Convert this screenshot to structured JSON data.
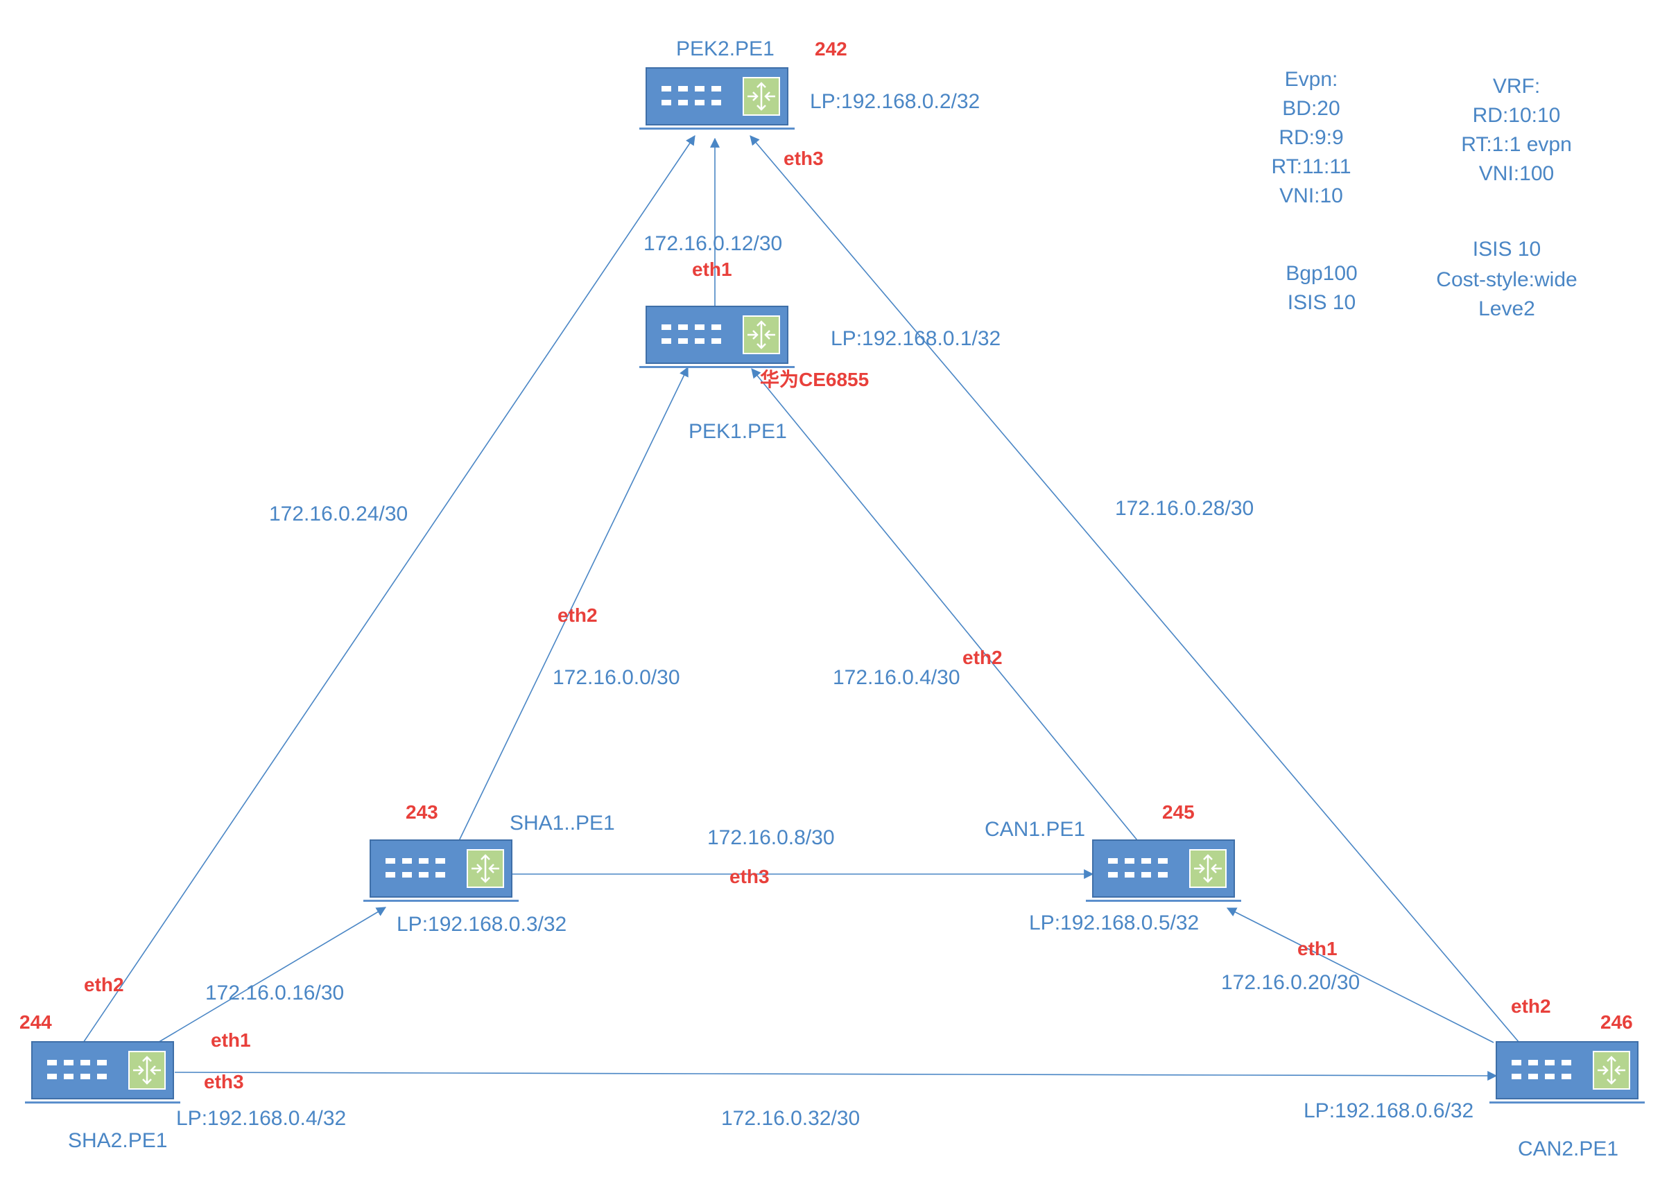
{
  "routers": [
    {
      "id": "pek2",
      "name": "PEK2.PE1",
      "number": "242",
      "loopback": "LP:192.168.0.2/32"
    },
    {
      "id": "pek1",
      "name": "PEK1.PE1",
      "loopback": "LP:192.168.0.1/32",
      "model": "华为CE6855"
    },
    {
      "id": "sha1",
      "name": "SHA1..PE1",
      "number": "243",
      "loopback": "LP:192.168.0.3/32"
    },
    {
      "id": "can1",
      "name": "CAN1.PE1",
      "number": "245",
      "loopback": "LP:192.168.0.5/32"
    },
    {
      "id": "sha2",
      "name": "SHA2.PE1",
      "number": "244",
      "loopback": "LP:192.168.0.4/32"
    },
    {
      "id": "can2",
      "name": "CAN2.PE1",
      "number": "246",
      "loopback": "LP:192.168.0.6/32"
    }
  ],
  "links": [
    {
      "id": "pek1-pek2",
      "subnet": "172.16.0.12/30",
      "ports": [
        "eth1",
        "eth3"
      ]
    },
    {
      "id": "sha2-pek2",
      "subnet": "172.16.0.24/30",
      "ports": [
        "eth2"
      ]
    },
    {
      "id": "can2-pek2",
      "subnet": "172.16.0.28/30",
      "ports": [
        "eth2"
      ]
    },
    {
      "id": "sha1-pek1",
      "subnet": "172.16.0.0/30",
      "ports": [
        "eth2"
      ]
    },
    {
      "id": "can1-pek1",
      "subnet": "172.16.0.4/30",
      "ports": [
        "eth2"
      ]
    },
    {
      "id": "sha1-can1",
      "subnet": "172.16.0.8/30",
      "ports": [
        "eth3"
      ]
    },
    {
      "id": "sha2-sha1",
      "subnet": "172.16.0.16/30",
      "ports": [
        "eth1"
      ]
    },
    {
      "id": "can2-can1",
      "subnet": "172.16.0.20/30",
      "ports": [
        "eth1"
      ]
    },
    {
      "id": "sha2-can2",
      "subnet": "172.16.0.32/30",
      "ports": [
        "eth3"
      ]
    }
  ],
  "evpn_config": [
    "Evpn:",
    "BD:20",
    "RD:9:9",
    "RT:11:11",
    "VNI:10"
  ],
  "vrf_config": [
    "VRF:",
    "RD:10:10",
    "RT:1:1 evpn",
    "VNI:100"
  ],
  "bgp_config": [
    "Bgp100",
    "ISIS 10"
  ],
  "isis_config": [
    "ISIS 10",
    "Cost-style:wide",
    "Leve2"
  ],
  "colors": {
    "line": "#4a86c5",
    "device_body": "#5b8fcc",
    "device_panel": "#b5d58f",
    "label_red": "#e8403b"
  }
}
